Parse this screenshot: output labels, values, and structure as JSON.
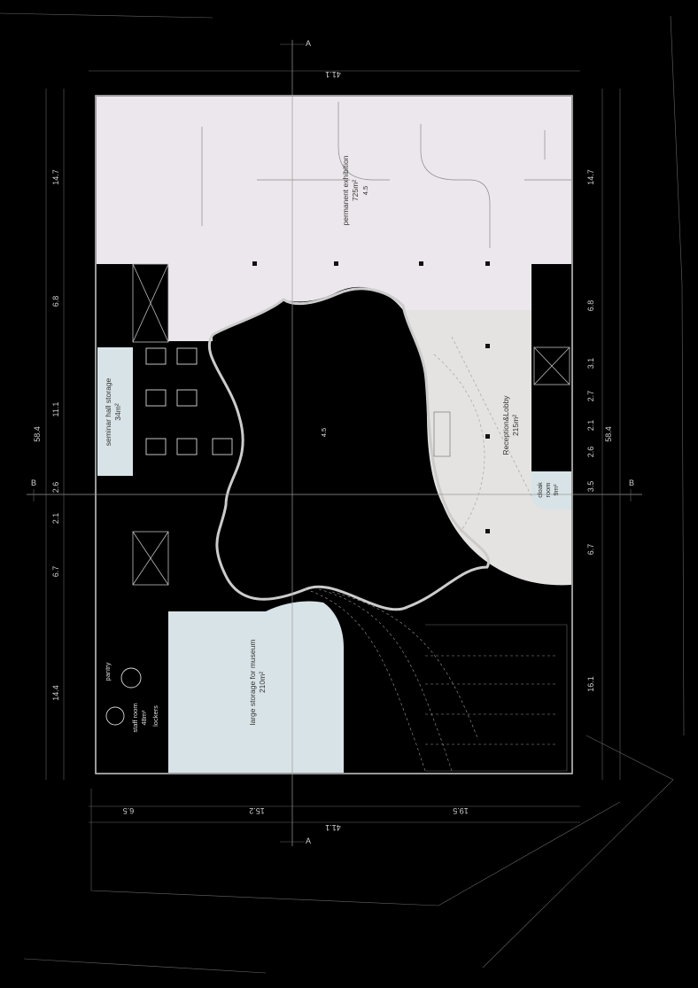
{
  "colors": {
    "background": "#000000",
    "exhibition": "#ece7ec",
    "lobby": "#e4e3e1",
    "storage": "#d8e3e7",
    "wall": "#cccccc"
  },
  "rooms": {
    "permanent_exhibition": {
      "name": "permanent exhibition",
      "area": "725m²",
      "level": "4.5"
    },
    "reception_lobby": {
      "name": "Reception&Lobby",
      "area": "215m²"
    },
    "cloak_room": {
      "name1": "cloak",
      "name2": "room",
      "area": "9m²"
    },
    "seminar_storage": {
      "name": "seminar hall storage",
      "area": "34m²"
    },
    "large_storage": {
      "name": "large storage for museum",
      "area": "210m²"
    },
    "staff_room": {
      "name": "staff room",
      "area": "48m²"
    },
    "pantry": {
      "name": "pantry"
    },
    "lockers": {
      "name": "lockers"
    },
    "atrium": {
      "level": "4.5"
    }
  },
  "dimensions": {
    "top_total": "41.1",
    "bottom_total": "41.1",
    "bottom_segments": [
      "6.5",
      "15.2",
      "19.5"
    ],
    "left_total": "58.4",
    "right_total": "58.4",
    "left_segments": [
      "14.7",
      "6.8",
      "11.1",
      "2.6",
      "2.1",
      "6.7",
      "14.4"
    ],
    "right_segments": [
      "14.7",
      "6.8",
      "3.1",
      "2.7",
      "2.1",
      "2.6",
      "3.5",
      "6.7",
      "16.1"
    ]
  },
  "section_marks": {
    "ax": "A",
    "bx": "B"
  }
}
